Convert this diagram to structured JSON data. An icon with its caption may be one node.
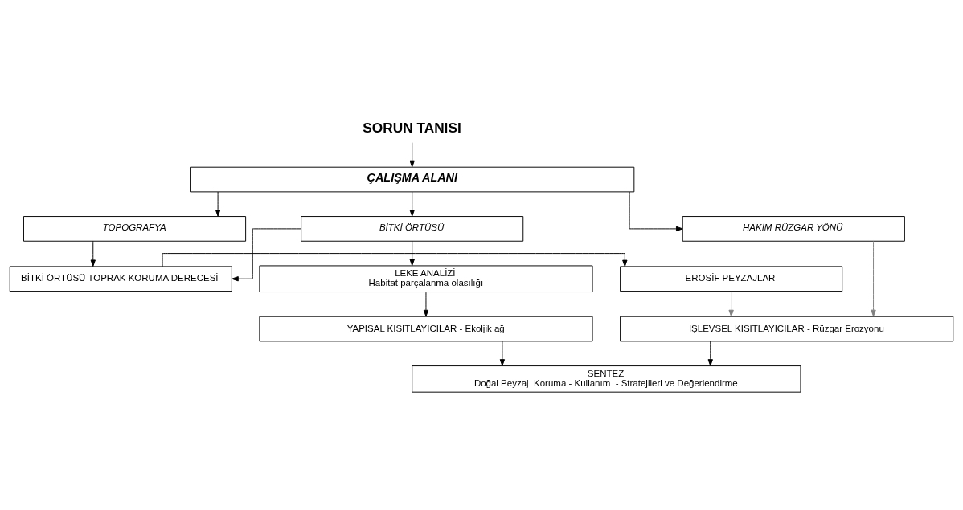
{
  "diagram": {
    "nodes": [
      {
        "text": [
          "SORUN TANISI"
        ]
      },
      {
        "text": [
          "ÇALIŞMA ALANI"
        ]
      },
      {
        "text": [
          "BİTKİ ÖRTÜSÜ"
        ]
      },
      {
        "text": [
          "TOPOGRAFYA"
        ]
      },
      {
        "text": [
          "HAKİM RÜZGAR YÖNÜ"
        ]
      },
      {
        "text": [
          "BİTKİ ÖRTÜSÜ TOPRAK KORUMA DERECESİ"
        ]
      },
      {
        "text": [
          "EROSİF PEYZAJLAR"
        ]
      },
      {
        "text": [
          "LEKE ANALİZİ",
          "Habitat parçalanma olasılığı"
        ]
      },
      {
        "text": [
          "YAPISAL KISITLAYICILAR - Ekoljik ağ"
        ]
      },
      {
        "text": [
          "İŞLEVSEL KISITLAYICILAR - Rüzgar Erozyonu"
        ]
      },
      {
        "text": [
          "SENTEZ",
          "Doğal Peyzaj  Koruma - Kullanım  - Stratejileri ve Değerlendirme"
        ]
      }
    ],
    "edges": [
      {
        "from": 0,
        "to": 1,
        "arrow": "to"
      },
      {
        "from": 1,
        "to": 2,
        "arrow": "to"
      },
      {
        "from": 1,
        "to": 3,
        "arrow": "to"
      },
      {
        "from": 1,
        "to": 4,
        "arrow": "to"
      },
      {
        "from": 2,
        "to": 5,
        "arrow": "to"
      },
      {
        "from": 3,
        "to": 5,
        "arrow": "to"
      },
      {
        "from": 2,
        "to": 7,
        "arrow": "to"
      },
      {
        "from": 5,
        "to": 6,
        "arrow": "to"
      },
      {
        "from": 6,
        "to": 9,
        "arrow": "to",
        "color": "#808080"
      },
      {
        "from": 4,
        "to": 9,
        "arrow": "to",
        "color": "#808080"
      },
      {
        "from": 7,
        "to": 8,
        "arrow": "to"
      },
      {
        "from": 8,
        "to": 10,
        "arrow": "to"
      },
      {
        "from": 9,
        "to": 10,
        "arrow": "to"
      }
    ]
  }
}
